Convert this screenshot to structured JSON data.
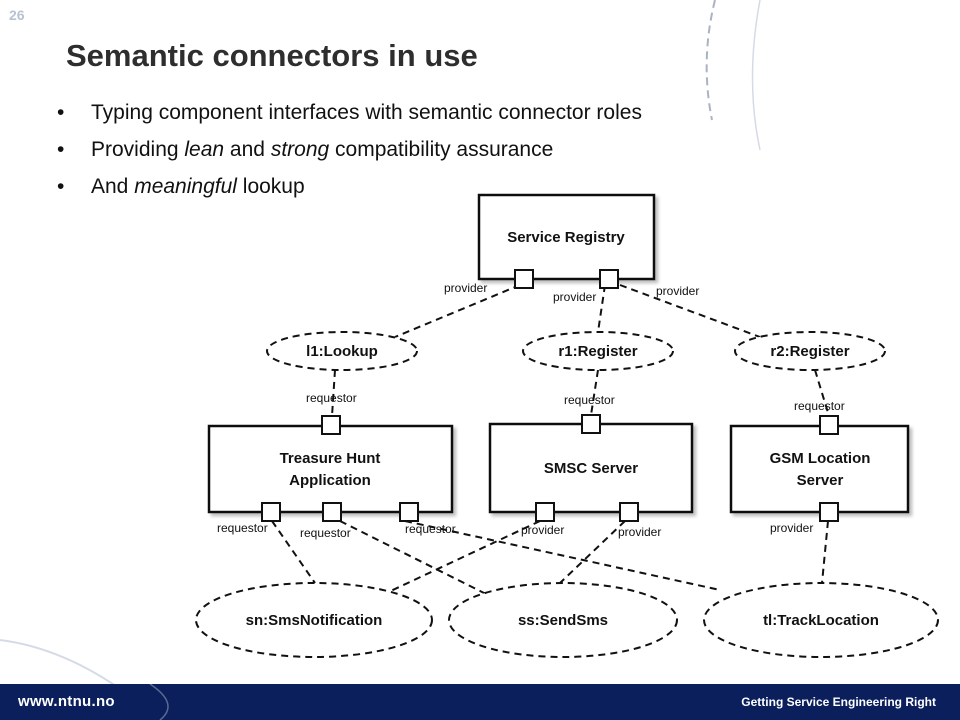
{
  "slide": {
    "number": "26",
    "title": "Semantic connectors in use",
    "bullets": [
      {
        "before": "Typing component interfaces with semantic connector roles",
        "em": "",
        "middle": "",
        "em2": "",
        "after": ""
      },
      {
        "before": "Providing ",
        "em": "lean",
        "middle": " and ",
        "em2": "strong",
        "after": " compatibility assurance"
      },
      {
        "before": "And ",
        "em": "meaningful",
        "middle": " lookup",
        "em2": "",
        "after": ""
      }
    ]
  },
  "diagram": {
    "components": {
      "service_registry": "Service Registry",
      "treasure_hunt_line1": "Treasure Hunt",
      "treasure_hunt_line2": "Application",
      "smsc_server": "SMSC Server",
      "gsm_line1": "GSM Location",
      "gsm_line2": "Server"
    },
    "connectors": {
      "l1_lookup": "l1:Lookup",
      "r1_register": "r1:Register",
      "r2_register": "r2:Register",
      "sn_sms": "sn:SmsNotification",
      "ss_sendsms": "ss:SendSms",
      "tl_track": "tl:TrackLocation"
    },
    "roles": {
      "provider": "provider",
      "requestor": "requestor"
    }
  },
  "footer": {
    "url": "www.ntnu.no",
    "text": "Getting Service Engineering Right"
  }
}
